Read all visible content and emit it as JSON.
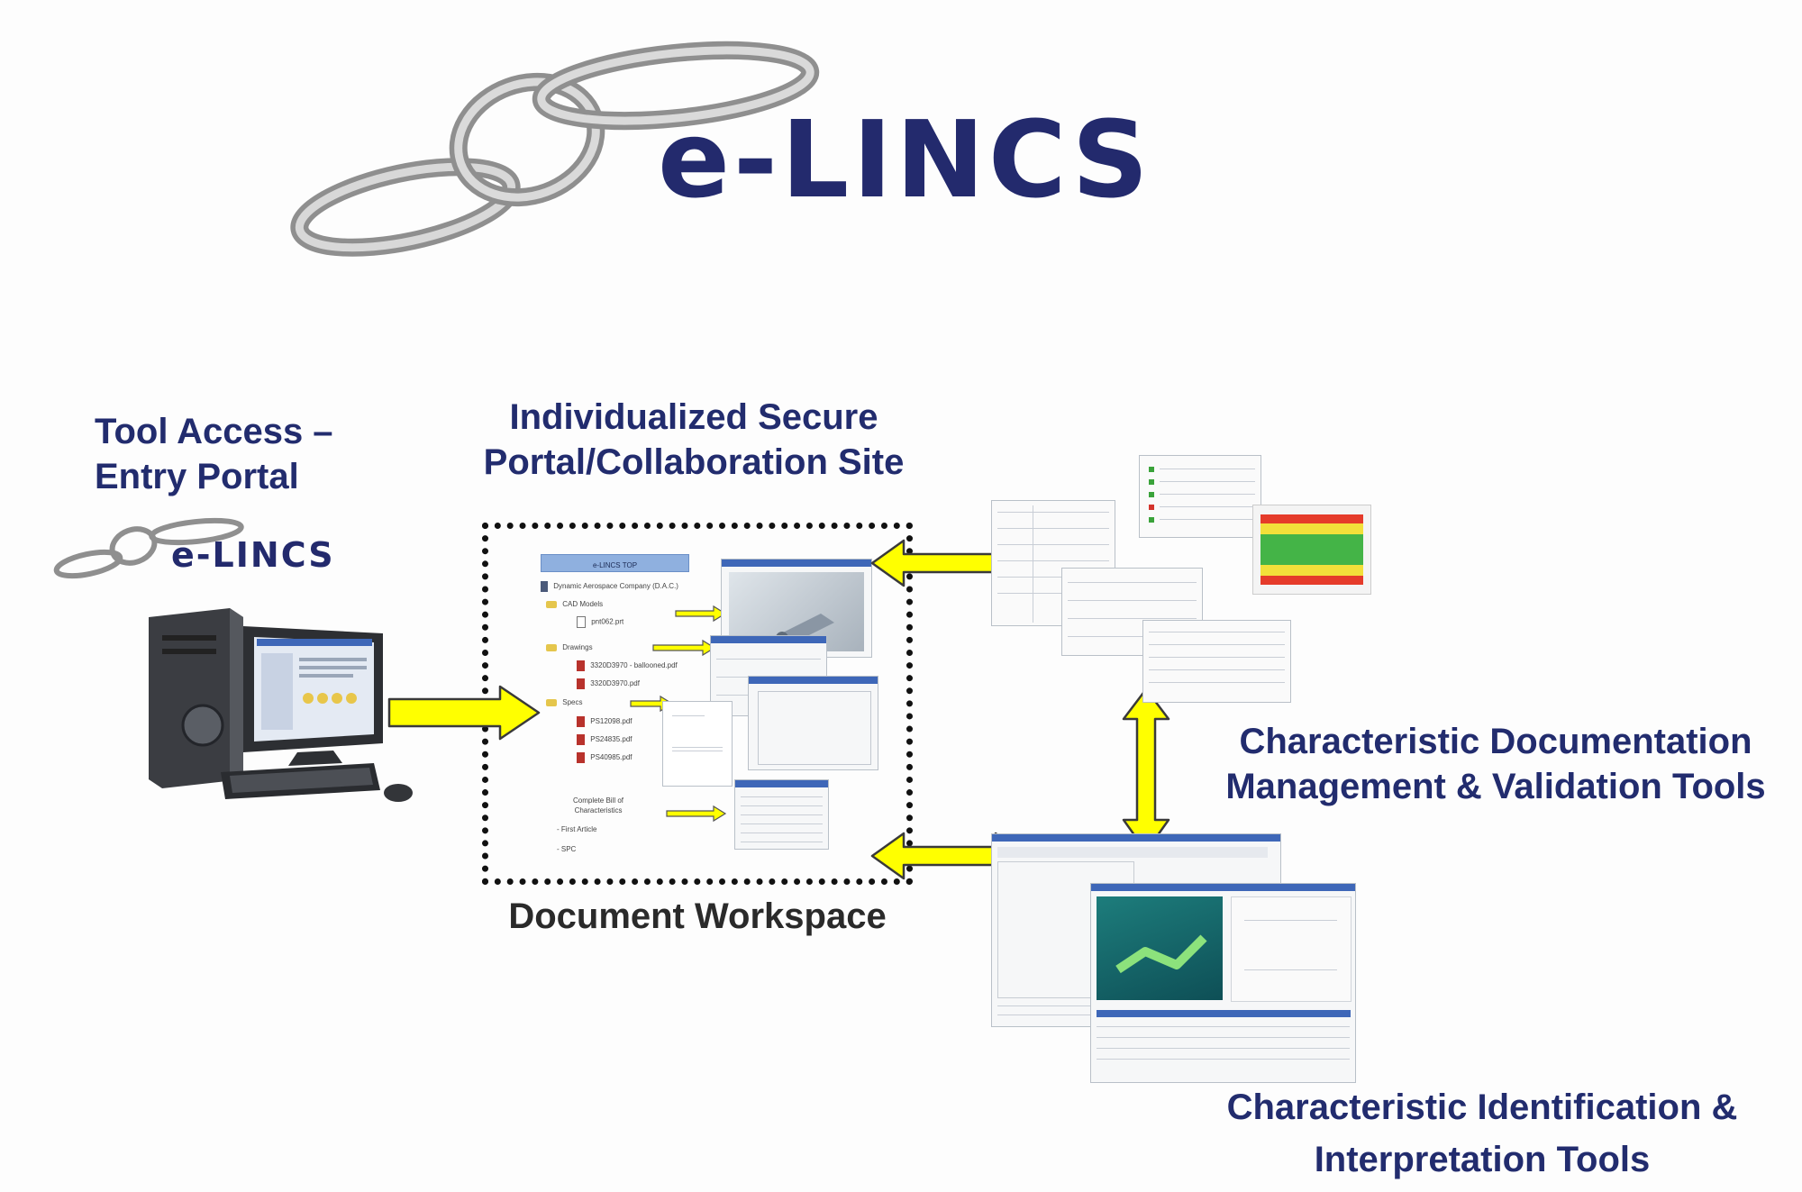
{
  "header": {
    "logo_text": "e-LINCS"
  },
  "entry": {
    "title_line1": "Tool Access –",
    "title_line2": "Entry Portal",
    "logo_text": "e-LINCS"
  },
  "portal": {
    "title_line1": "Individualized Secure",
    "title_line2": "Portal/Collaboration Site",
    "caption": "Document Workspace",
    "tree": {
      "top_button": "e-LINCS TOP",
      "company": "Dynamic Aerospace Company (D.A.C.)",
      "cad_folder": "CAD Models",
      "cad_file": "pnt062.prt",
      "drawings_folder": "Drawings",
      "drawing_file1": "3320D3970 - ballooned.pdf",
      "drawing_file2": "3320D3970.pdf",
      "specs_folder": "Specs",
      "spec_file1": "PS12098.pdf",
      "spec_file2": "PS24835.pdf",
      "spec_file3": "PS40985.pdf",
      "bill_line1": "Complete Bill of",
      "bill_line2": "Characteristics",
      "first_article": "- First Article",
      "spc": "- SPC"
    }
  },
  "tools": {
    "doc_label_line1": "Characteristic Documentation",
    "doc_label_line2": "Management & Validation Tools",
    "id_label_line1": "Characteristic Identification &",
    "id_label_line2": "Interpretation Tools"
  },
  "colors": {
    "navy": "#222c6e",
    "arrow_fill": "#ffff00",
    "arrow_stroke": "#3a3a3a",
    "window_bar": "#3e67b8"
  }
}
